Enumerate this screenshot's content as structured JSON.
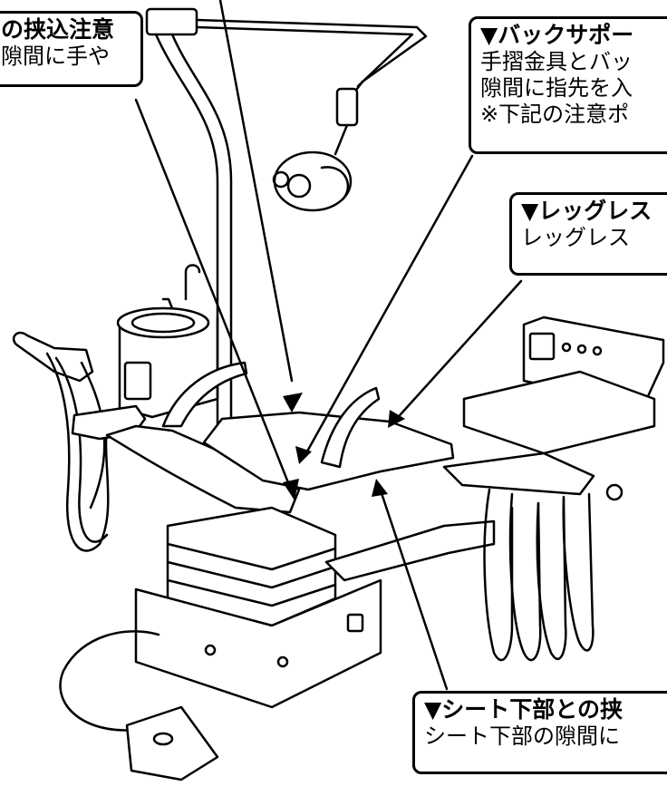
{
  "callouts": {
    "top_left": {
      "title": "の挟込注意",
      "lines": [
        "隙間に手や"
      ]
    },
    "back": {
      "title": "▼バックサポー",
      "lines": [
        "手摺金具とバッ",
        "隙間に指先を入",
        "※下記の注意ポ"
      ]
    },
    "leg": {
      "title": "▼レッグレス",
      "lines": [
        "レッグレス"
      ]
    },
    "seat": {
      "title": "▼シート下部との挟",
      "lines": [
        "シート下部の隙間に"
      ]
    }
  }
}
